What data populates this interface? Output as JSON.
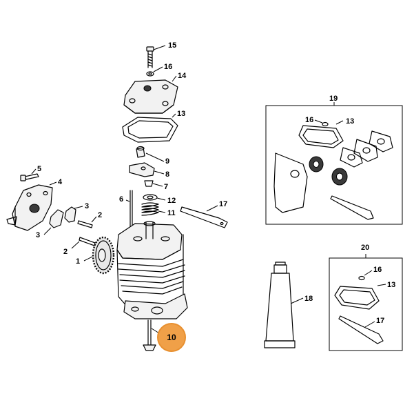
{
  "labels": {
    "p15": "15",
    "p16": "16",
    "p14": "14",
    "p13": "13",
    "p9": "9",
    "p8": "8",
    "p7": "7",
    "p12": "12",
    "p11": "11",
    "p6": "6",
    "p17": "17",
    "p5": "5",
    "p4": "4",
    "p3a": "3",
    "p2a": "2",
    "p3b": "3",
    "p2b": "2",
    "p1": "1",
    "p10": "10",
    "p18": "18",
    "k19": "19",
    "k19_16": "16",
    "k19_13": "13",
    "k20": "20",
    "k20_16": "16",
    "k20_13": "13",
    "k20_17": "17"
  },
  "colors": {
    "highlight": "#f0a048",
    "highlight_stroke": "#e89030"
  },
  "highlighted_part": "10"
}
